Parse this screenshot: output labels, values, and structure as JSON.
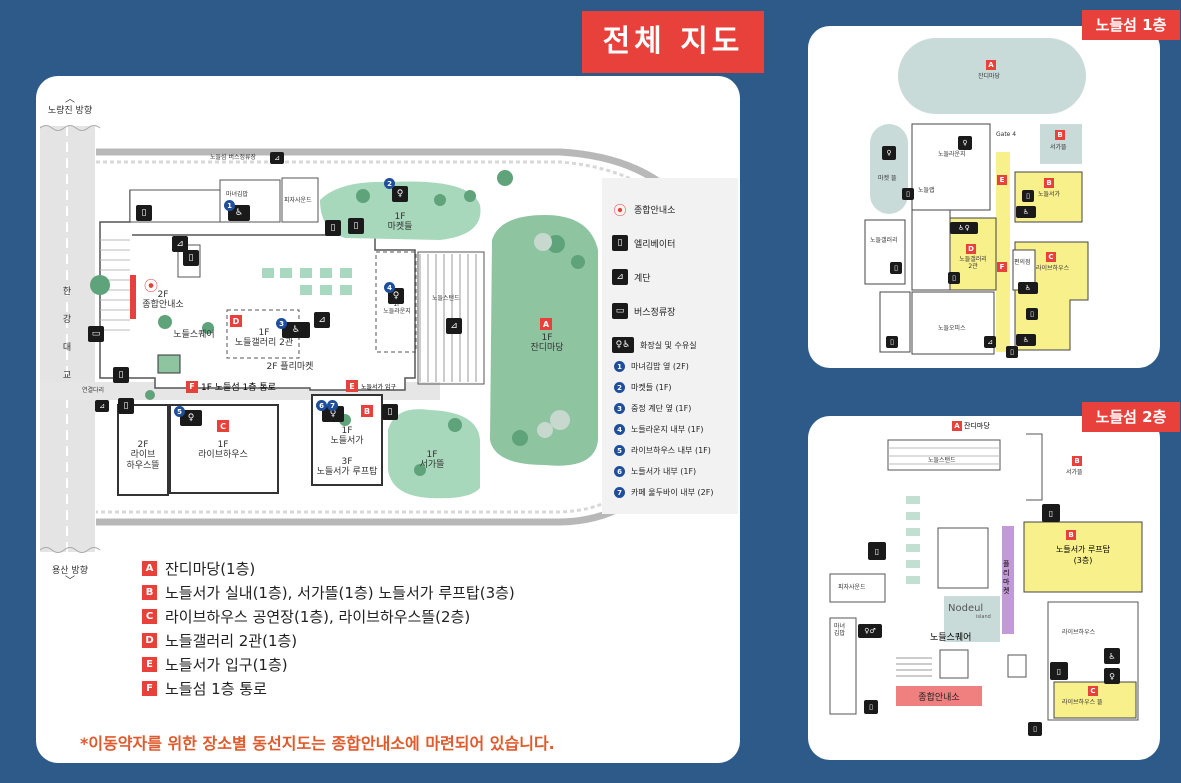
{
  "main_map": {
    "title": "전체 지도",
    "direction_north": "노량진 방향",
    "direction_south": "용산 방향",
    "bridge_chars": [
      "한",
      "강",
      "대",
      "교"
    ],
    "bridge_small": "연결다리",
    "bus_label": "노들섬 버스정류장",
    "shop_labels": [
      "마녀김밥",
      "피자사운드"
    ],
    "info_center": "2F\n종합안내소",
    "square": "노들스퀘어",
    "market": "1F\n마켓들",
    "gallery_badge": "D",
    "gallery": "1F\n노들갤러리 2관",
    "platform_market": "2F 플리마켓",
    "passage_badge": "F",
    "passage": "1F 노들섬 1층 통로",
    "entrance_badge": "E",
    "entrance": "노들서가 입구",
    "lounge": "1F\n노들라운지",
    "stand": "노들스탠드",
    "lawn_badge": "A",
    "lawn": "1F\n잔디마당",
    "livehouse_badge": "C",
    "livehouse": "1F\n라이브하우스",
    "livehouse_field": "2F\n라이브\n하우스뜰",
    "bookstore_badge": "B",
    "bookstore": "1F\n노들서가\n\n3F\n노들서가 루프탑",
    "bookfield": "1F\n서가뜰"
  },
  "icon_legend": [
    {
      "icon": "info-pin-icon",
      "label": "종합안내소"
    },
    {
      "icon": "elevator-icon",
      "label": "엘리베이터"
    },
    {
      "icon": "stairs-icon",
      "label": "계단"
    },
    {
      "icon": "bus-stop-icon",
      "label": "버스정류장"
    },
    {
      "icon": "restroom-icon",
      "label": "화장실 및 수유실"
    }
  ],
  "numbered_legend": [
    {
      "n": "1",
      "label": "마녀김밥 옆 (2F)"
    },
    {
      "n": "2",
      "label": "마켓들 (1F)"
    },
    {
      "n": "3",
      "label": "중정 계단 옆 (1F)"
    },
    {
      "n": "4",
      "label": "노들라운지 내부 (1F)"
    },
    {
      "n": "5",
      "label": "라이브하우스 내부 (1F)"
    },
    {
      "n": "6",
      "label": "노들서가 내부 (1F)"
    },
    {
      "n": "7",
      "label": "카페 울두바이 내부 (2F)"
    }
  ],
  "area_legend": [
    {
      "badge": "A",
      "label": "잔디마당(1층)"
    },
    {
      "badge": "B",
      "label": "노들서가 실내(1층), 서가뜰(1층) 노들서가 루프탑(3층)"
    },
    {
      "badge": "C",
      "label": "라이브하우스 공연장(1층), 라이브하우스뜰(2층)"
    },
    {
      "badge": "D",
      "label": "노들갤러리 2관(1층)"
    },
    {
      "badge": "E",
      "label": "노들서가 입구(1층)"
    },
    {
      "badge": "F",
      "label": "노들섬 1층 통로"
    }
  ],
  "footnote": "*이동약자를 위한 장소별 동선지도는 종합안내소에 마련되어 있습니다.",
  "floor1": {
    "title": "노들섬 1층",
    "lawn_badge": "A",
    "lawn": "잔디마당",
    "gate": "Gate 4",
    "bookfield_badge": "B",
    "bookfield": "서가뜰",
    "lounge": "노들라운지",
    "kitchen": "마켓 뜰",
    "room_small": "노들랩",
    "entrance_badge": "E",
    "bookstore_badge": "B",
    "bookstore": "노들서가",
    "gallery_badge": "D",
    "gallery": "노들갤러리\n2관",
    "passage_badge": "F",
    "storage": "편의점",
    "livehouse_badge": "C",
    "livehouse": "라이브하우스",
    "gallery_left": "노들갤러리",
    "office": "노들오피스"
  },
  "floor2": {
    "title": "노들섬 2층",
    "lawn_badge": "A",
    "lawn": "잔디마당",
    "stand": "노들스탠드",
    "bookfield_badge": "B",
    "bookfield": "서가뜰",
    "rooftop_badge": "B",
    "rooftop": "노들서가 루프탑\n(3층)",
    "market": "플리마켓",
    "pizza": "피자사운드",
    "kimbap": "마녀\n김밥",
    "logo": "Nodeul",
    "logo_sub": "island",
    "square": "노들스퀘어",
    "livehouse": "라이브하우스",
    "info": "종합안내소",
    "livehouse_field_badge": "C",
    "livehouse_field": "라이브하우스 뜰"
  },
  "colors": {
    "background": "#2e5a8a",
    "accent_red": "#e8413c",
    "park_green": "#8fc4a0",
    "highlight_yellow": "#f8f08a",
    "market_purple": "#c39ad8",
    "number_blue": "#1f4e9c"
  }
}
